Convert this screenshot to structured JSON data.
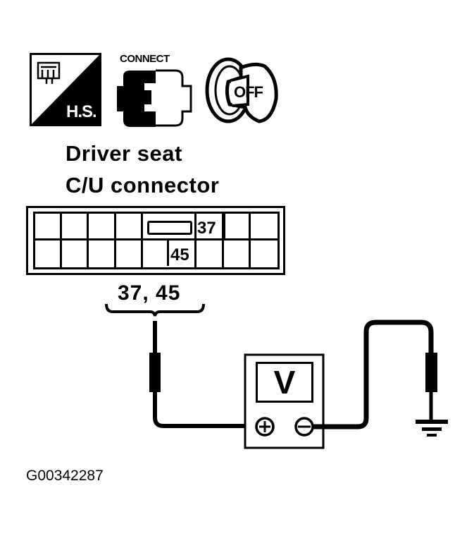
{
  "icons": {
    "harness_side": {
      "label": "H.S."
    },
    "connect": {
      "label": "CONNECT"
    },
    "ignition_key": {
      "label": "OFF"
    }
  },
  "title": {
    "line1": "Driver seat",
    "line2": "C/U connector"
  },
  "connector": {
    "columns": 9,
    "rows": 2,
    "pins": [
      {
        "label": "37",
        "row": 1
      },
      {
        "label": "45",
        "row": 2
      }
    ]
  },
  "measurement": {
    "pins_label": "37, 45",
    "meter_label": "V",
    "positive_terminal": "+",
    "negative_terminal": "−",
    "reference": "ground"
  },
  "caption": "G00342287"
}
